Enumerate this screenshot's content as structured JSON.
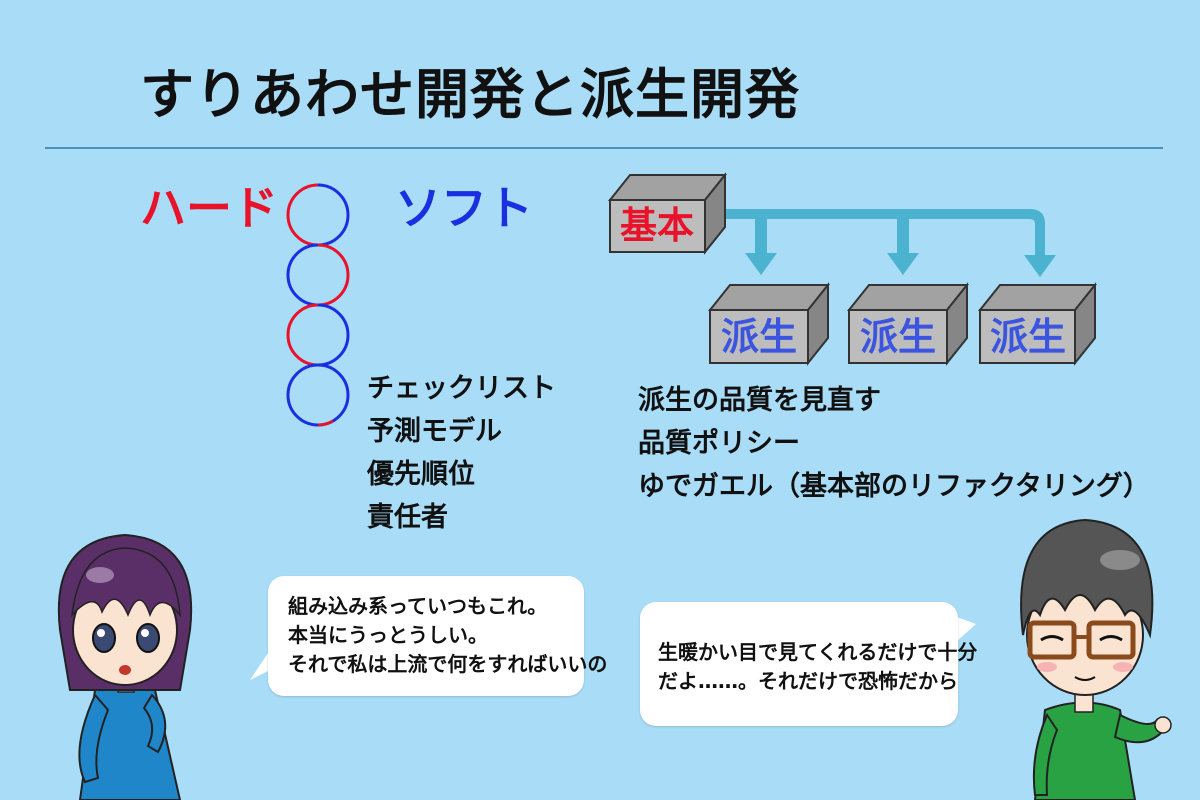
{
  "title": "すりあわせ開発と派生開発",
  "left_diagram": {
    "hard_label": "ハード",
    "soft_label": "ソフト",
    "items": [
      "チェックリスト",
      "予測モデル",
      "優先順位",
      "責任者"
    ]
  },
  "right_diagram": {
    "base_label": "基本",
    "derived_labels": [
      "派生",
      "派生",
      "派生"
    ],
    "items": [
      "派生の品質を見直す",
      "品質ポリシー",
      "ゆでガエル（基本部のリファクタリング）"
    ]
  },
  "bubbles": {
    "left_lines": [
      "組み込み系っていつもこれ。",
      "本当にうっとうしい。",
      "それで私は上流で何をすればいいの"
    ],
    "right_lines": [
      "生暖かい目で見てくれるだけで十分",
      "だよ……。それだけで恐怖だから"
    ]
  },
  "colors": {
    "background": "#a9dcf7",
    "hard": "#e8132b",
    "soft": "#1a2fe0",
    "box_front": "#bdbdbd",
    "box_top": "#a2a2a2",
    "box_side": "#868686",
    "arrow": "#4bb2cf",
    "derived_text": "#3b55e0"
  }
}
